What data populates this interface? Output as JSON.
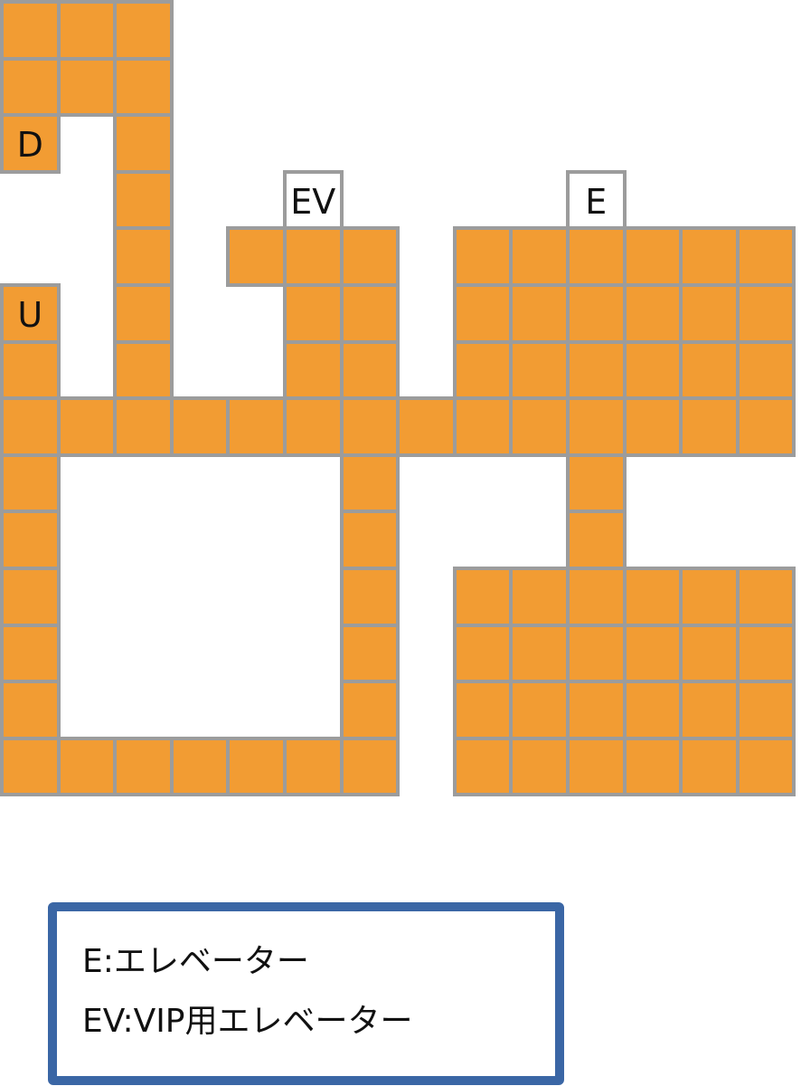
{
  "map": {
    "cells": [
      {
        "col": 0,
        "row": 0
      },
      {
        "col": 1,
        "row": 0
      },
      {
        "col": 2,
        "row": 0
      },
      {
        "col": 0,
        "row": 1
      },
      {
        "col": 1,
        "row": 1
      },
      {
        "col": 2,
        "row": 1
      },
      {
        "col": 0,
        "row": 2,
        "label": "D"
      },
      {
        "col": 2,
        "row": 2
      },
      {
        "col": 2,
        "row": 3
      },
      {
        "col": 5,
        "row": 3,
        "label": "EV",
        "white": true
      },
      {
        "col": 10,
        "row": 3,
        "label": "E",
        "white": true
      },
      {
        "col": 2,
        "row": 4
      },
      {
        "col": 4,
        "row": 4
      },
      {
        "col": 5,
        "row": 4
      },
      {
        "col": 6,
        "row": 4
      },
      {
        "col": 8,
        "row": 4
      },
      {
        "col": 9,
        "row": 4
      },
      {
        "col": 10,
        "row": 4
      },
      {
        "col": 11,
        "row": 4
      },
      {
        "col": 12,
        "row": 4
      },
      {
        "col": 13,
        "row": 4
      },
      {
        "col": 0,
        "row": 5,
        "label": "U"
      },
      {
        "col": 2,
        "row": 5
      },
      {
        "col": 5,
        "row": 5
      },
      {
        "col": 6,
        "row": 5
      },
      {
        "col": 8,
        "row": 5
      },
      {
        "col": 9,
        "row": 5
      },
      {
        "col": 10,
        "row": 5
      },
      {
        "col": 11,
        "row": 5
      },
      {
        "col": 12,
        "row": 5
      },
      {
        "col": 13,
        "row": 5
      },
      {
        "col": 0,
        "row": 6
      },
      {
        "col": 2,
        "row": 6
      },
      {
        "col": 5,
        "row": 6
      },
      {
        "col": 6,
        "row": 6
      },
      {
        "col": 8,
        "row": 6
      },
      {
        "col": 9,
        "row": 6
      },
      {
        "col": 10,
        "row": 6
      },
      {
        "col": 11,
        "row": 6
      },
      {
        "col": 12,
        "row": 6
      },
      {
        "col": 13,
        "row": 6
      },
      {
        "col": 0,
        "row": 7
      },
      {
        "col": 1,
        "row": 7
      },
      {
        "col": 2,
        "row": 7
      },
      {
        "col": 3,
        "row": 7
      },
      {
        "col": 4,
        "row": 7
      },
      {
        "col": 5,
        "row": 7
      },
      {
        "col": 6,
        "row": 7
      },
      {
        "col": 7,
        "row": 7
      },
      {
        "col": 8,
        "row": 7
      },
      {
        "col": 9,
        "row": 7
      },
      {
        "col": 10,
        "row": 7
      },
      {
        "col": 11,
        "row": 7
      },
      {
        "col": 12,
        "row": 7
      },
      {
        "col": 13,
        "row": 7
      },
      {
        "col": 0,
        "row": 8
      },
      {
        "col": 6,
        "row": 8
      },
      {
        "col": 10,
        "row": 8
      },
      {
        "col": 0,
        "row": 9
      },
      {
        "col": 6,
        "row": 9
      },
      {
        "col": 10,
        "row": 9
      },
      {
        "col": 0,
        "row": 10
      },
      {
        "col": 6,
        "row": 10
      },
      {
        "col": 8,
        "row": 10
      },
      {
        "col": 9,
        "row": 10
      },
      {
        "col": 10,
        "row": 10
      },
      {
        "col": 11,
        "row": 10
      },
      {
        "col": 12,
        "row": 10
      },
      {
        "col": 13,
        "row": 10
      },
      {
        "col": 0,
        "row": 11
      },
      {
        "col": 6,
        "row": 11
      },
      {
        "col": 8,
        "row": 11
      },
      {
        "col": 9,
        "row": 11
      },
      {
        "col": 10,
        "row": 11
      },
      {
        "col": 11,
        "row": 11
      },
      {
        "col": 12,
        "row": 11
      },
      {
        "col": 13,
        "row": 11
      },
      {
        "col": 0,
        "row": 12
      },
      {
        "col": 6,
        "row": 12
      },
      {
        "col": 8,
        "row": 12
      },
      {
        "col": 9,
        "row": 12
      },
      {
        "col": 10,
        "row": 12
      },
      {
        "col": 11,
        "row": 12
      },
      {
        "col": 12,
        "row": 12
      },
      {
        "col": 13,
        "row": 12
      },
      {
        "col": 0,
        "row": 13
      },
      {
        "col": 1,
        "row": 13
      },
      {
        "col": 2,
        "row": 13
      },
      {
        "col": 3,
        "row": 13
      },
      {
        "col": 4,
        "row": 13
      },
      {
        "col": 5,
        "row": 13
      },
      {
        "col": 6,
        "row": 13
      },
      {
        "col": 8,
        "row": 13
      },
      {
        "col": 9,
        "row": 13
      },
      {
        "col": 10,
        "row": 13
      },
      {
        "col": 11,
        "row": 13
      },
      {
        "col": 12,
        "row": 13
      },
      {
        "col": 13,
        "row": 13
      }
    ],
    "colors": {
      "floor": "#f29c33",
      "wall": "#9c9c9c",
      "legend_border": "#3a66a5"
    }
  },
  "legend": {
    "line1": "E:エレベーター",
    "line2": "EV:VIP用エレベーター"
  }
}
